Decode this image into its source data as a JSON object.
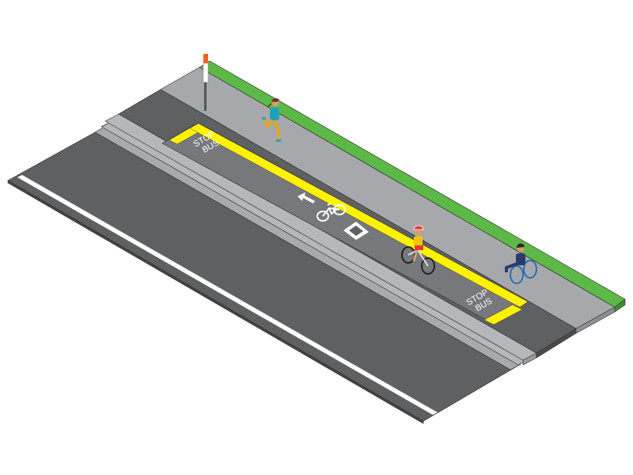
{
  "scene": {
    "title": "Isometric street with floating bus stop and bike lane"
  },
  "markings": {
    "stop_text": "STOP",
    "bus_text": "BUS"
  },
  "figures": [
    "pedestrian-runner",
    "cyclist",
    "wheelchair-user"
  ],
  "colors": {
    "asphalt": "#5f6062",
    "bay": "#77787b",
    "sidewalk": "#a7a8ab",
    "curb": "#b6b7ba",
    "grass": "#5cb947",
    "yellow": "#fff200",
    "sign": "#f26522"
  }
}
